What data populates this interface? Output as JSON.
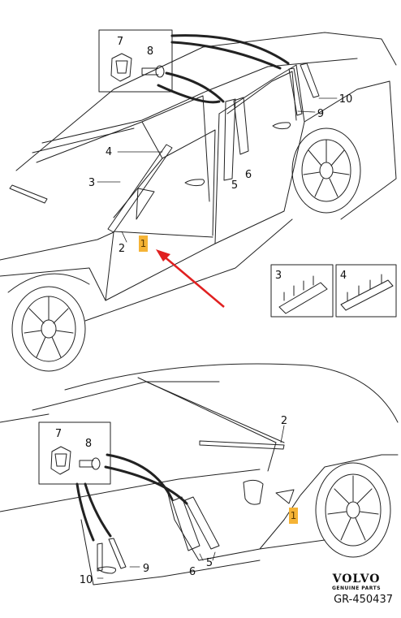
{
  "callouts": {
    "top": {
      "c1": "1",
      "c2": "2",
      "c3": "3",
      "c4": "4",
      "c5": "5",
      "c6": "6",
      "c7": "7",
      "c8": "8",
      "c9": "9",
      "c10": "10"
    },
    "inset_left": "3",
    "inset_right": "4",
    "bottom": {
      "c1": "1",
      "c2": "2",
      "c5": "5",
      "c6": "6",
      "c7": "7",
      "c8": "8",
      "c9": "9",
      "c10": "10"
    }
  },
  "colors": {
    "line": "#222222",
    "highlight": "#f5b335",
    "arrow": "#e02020"
  },
  "footer": {
    "brand": "VOLVO",
    "brand_sub": "GENUINE PARTS",
    "reference": "GR-450437"
  }
}
